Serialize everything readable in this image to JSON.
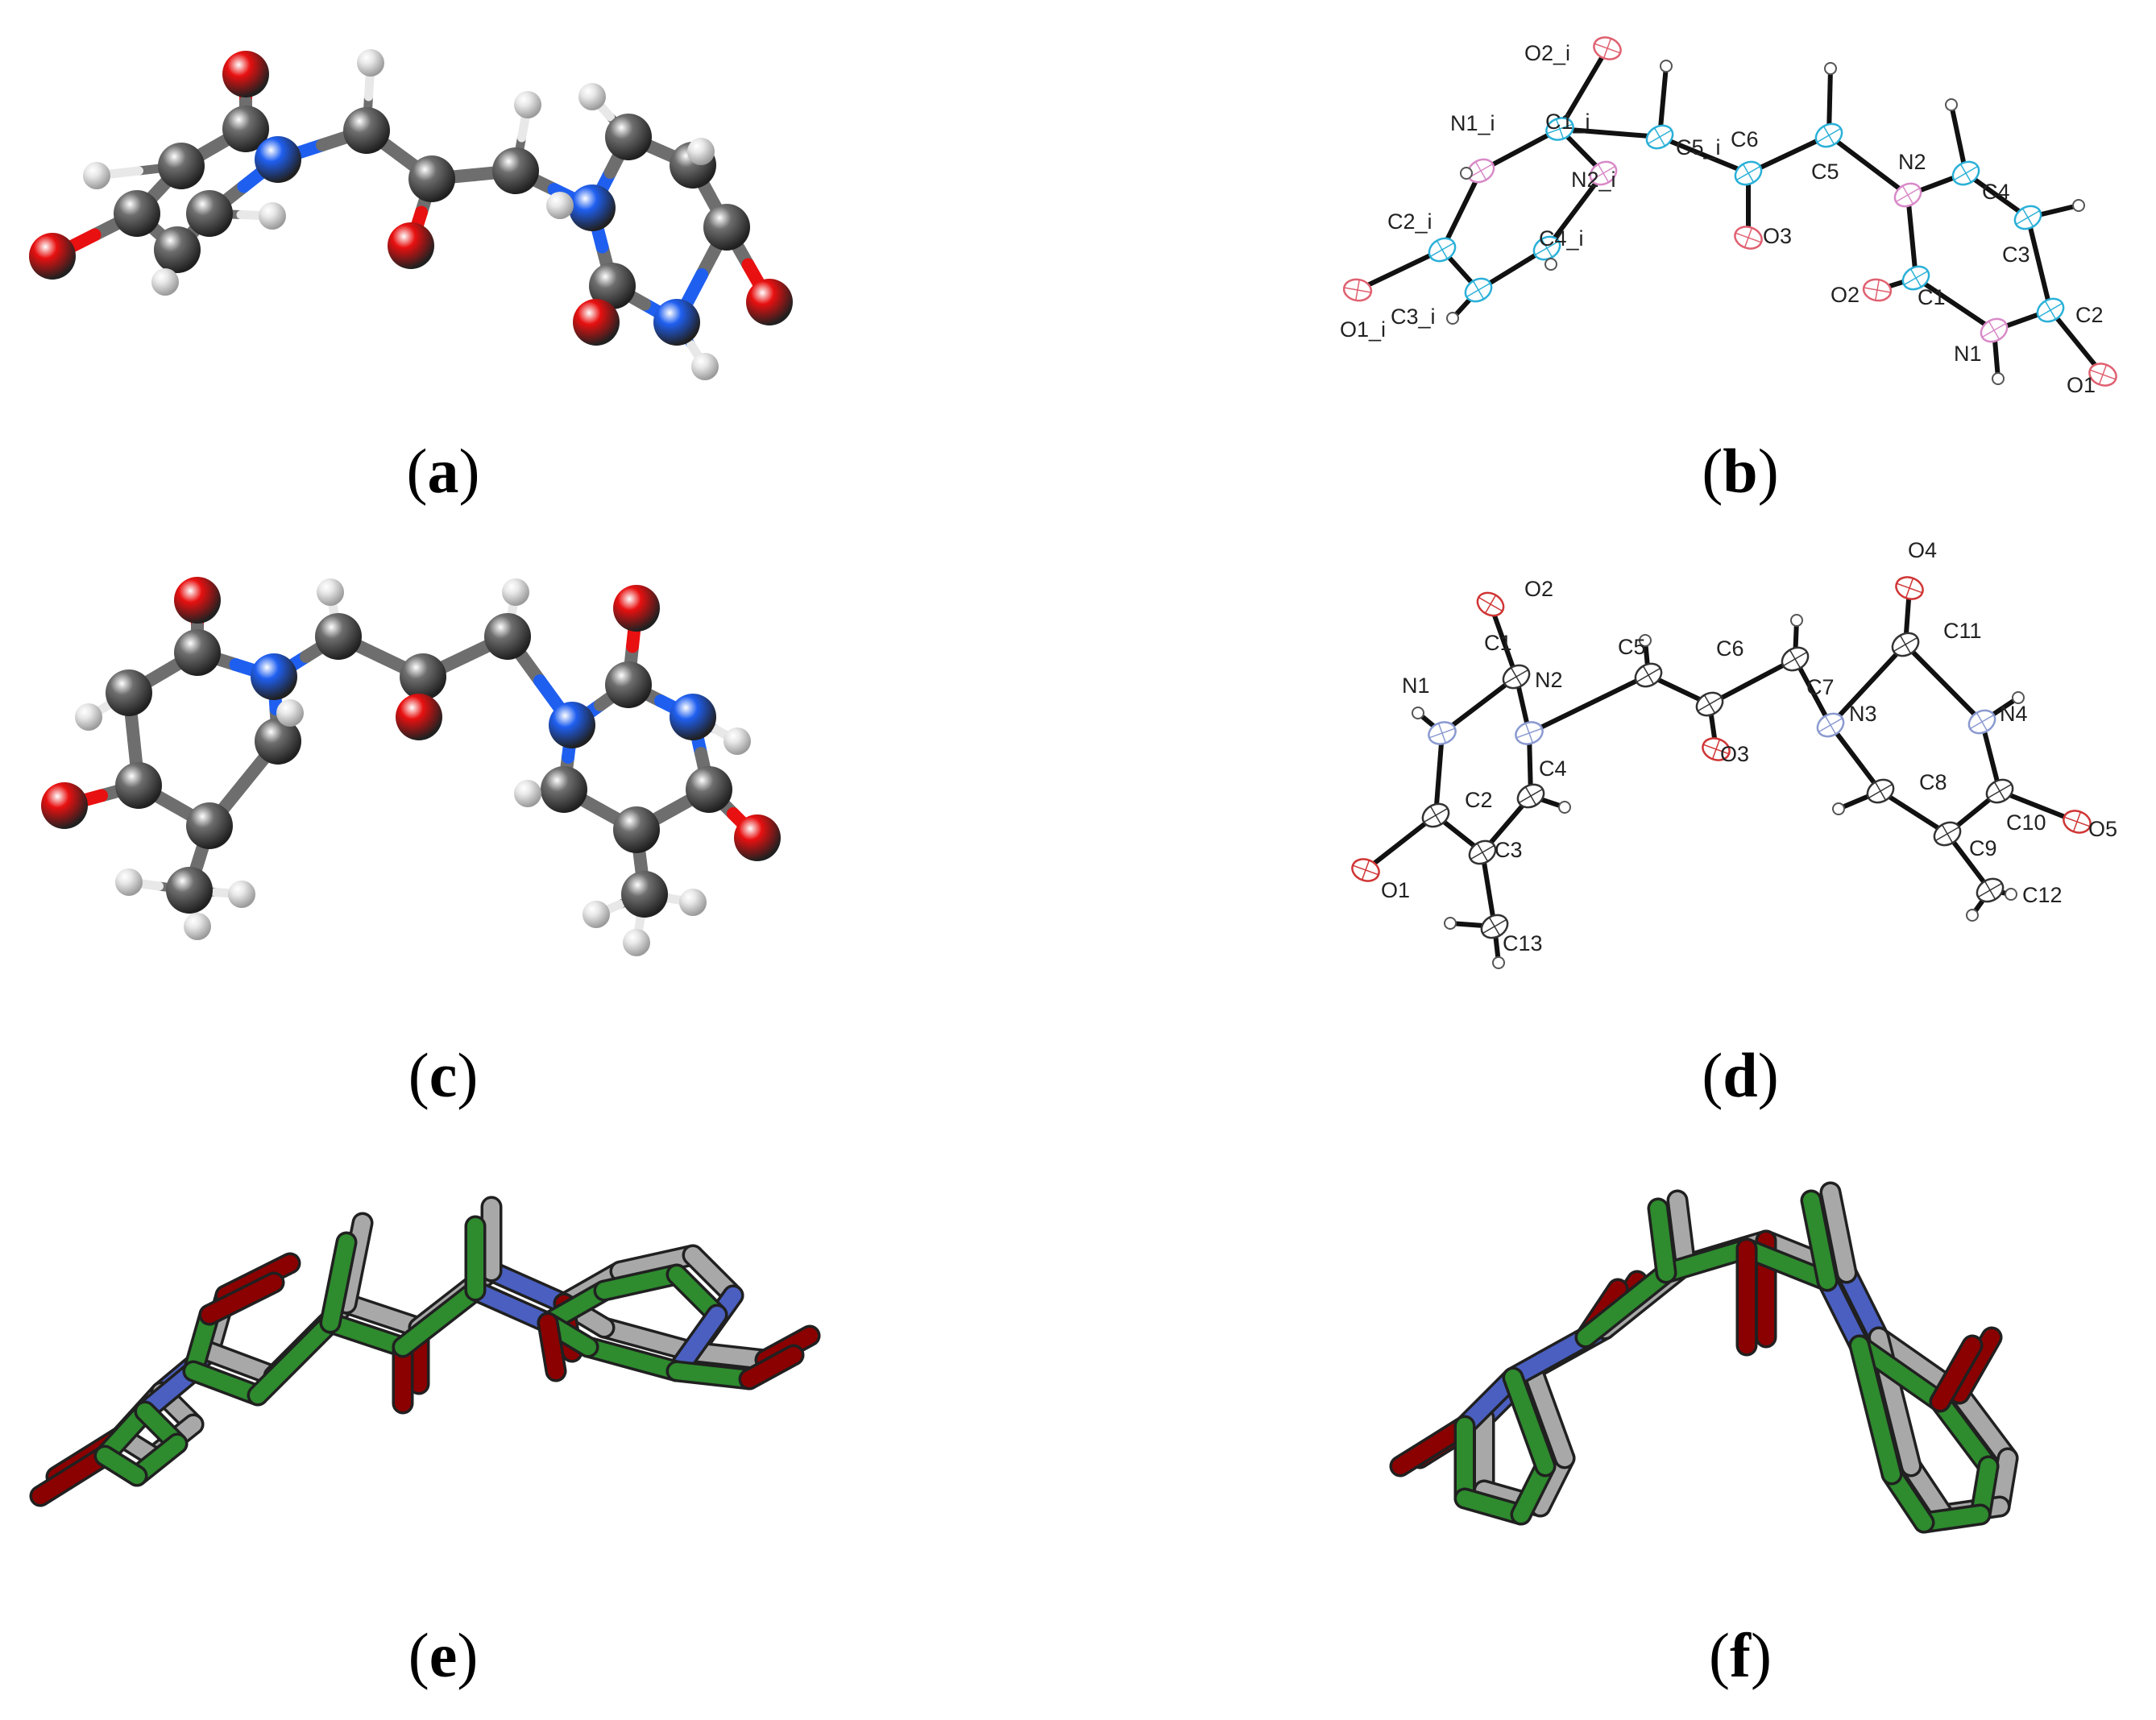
{
  "colors": {
    "carbon": "#6e6e6e",
    "nitrogen": "#1f5ff0",
    "oxygen": "#e81010",
    "hydrogen": "#e8e8e8",
    "ortep_b_carbon": "#2ab0d8",
    "ortep_b_nitrogen": "#d889c8",
    "ortep_b_oxygen": "#e06070",
    "ortep_d_carbon": "#333333",
    "ortep_d_nitrogen": "#8a9ad0",
    "ortep_d_oxygen": "#d03535",
    "overlay_green": "#2e8b2e",
    "overlay_grey": "#a8a8a8",
    "overlay_blue": "#4a5fc0",
    "overlay_red": "#8b0000"
  },
  "panels": {
    "a": {
      "caption_letter": "a",
      "render": "ball-and-stick"
    },
    "b": {
      "caption_letter": "b",
      "render": "ortep",
      "labels": [
        "O2_i",
        "N1_i",
        "C1_i",
        "C5_i",
        "N2_i",
        "C6",
        "C5",
        "N2",
        "C4",
        "C2_i",
        "C4_i",
        "O3",
        "C3",
        "O1_i",
        "C3_i",
        "O2",
        "C1",
        "C2",
        "N1",
        "O1"
      ]
    },
    "c": {
      "caption_letter": "c",
      "render": "ball-and-stick"
    },
    "d": {
      "caption_letter": "d",
      "render": "ortep",
      "labels": [
        "O4",
        "O2",
        "C11",
        "C1",
        "C5",
        "C6",
        "C7",
        "N1",
        "N2",
        "N3",
        "N4",
        "O3",
        "C4",
        "C8",
        "C10",
        "O5",
        "C2",
        "C3",
        "C9",
        "O1",
        "C12",
        "C13"
      ]
    },
    "e": {
      "caption_letter": "e",
      "render": "stick-overlay"
    },
    "f": {
      "caption_letter": "f",
      "render": "stick-overlay"
    }
  }
}
